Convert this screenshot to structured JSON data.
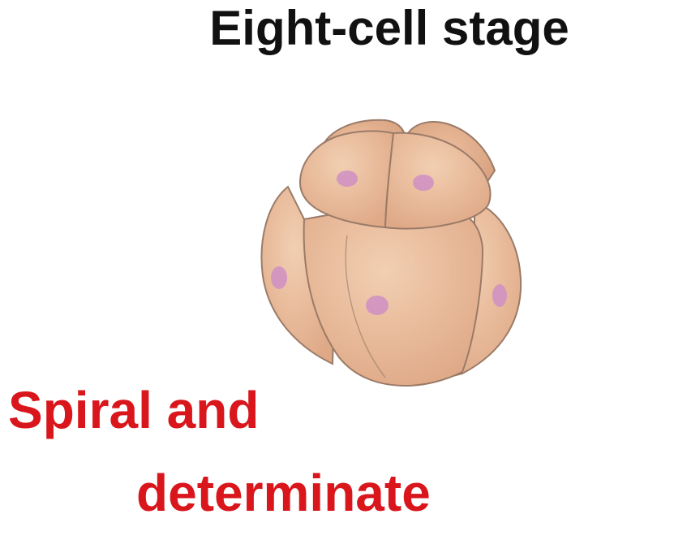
{
  "title": "Eight-cell stage",
  "caption": {
    "line1": "Spiral and",
    "line2": "determinate",
    "color": "#d9161c"
  },
  "colors": {
    "cell_fill": "#e7b998",
    "cell_stroke": "#9a7b68",
    "nucleus": "#cf8fc4"
  }
}
